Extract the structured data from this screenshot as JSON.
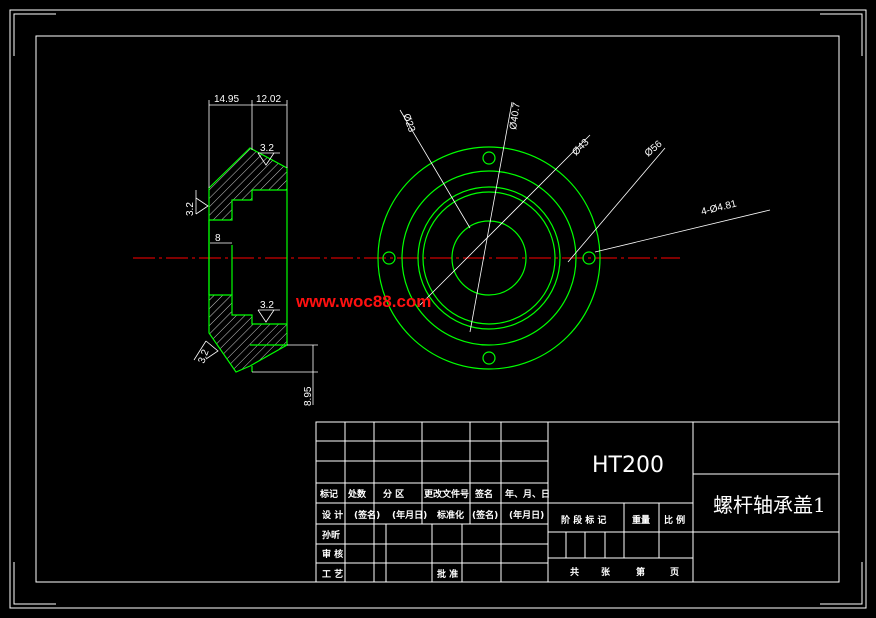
{
  "colors": {
    "background": "#000000",
    "outline": "#00ff00",
    "dimension": "#ffffff",
    "centerline": "#ff0000",
    "frame": "#ffffff",
    "watermark": "#ff1010"
  },
  "section_view": {
    "dim_top_left": "14.95",
    "dim_top_right": "12.02",
    "dim_bore": "8",
    "dim_bottom": "8.95",
    "roughness_top": "3.2",
    "roughness_mid": "3.2",
    "roughness_left_upper": "3.2",
    "roughness_left_lower": "3.2"
  },
  "front_view": {
    "dia_1": "Ø23",
    "dia_2": "Ø40.7",
    "dia_3": "Ø43",
    "dia_4": "Ø56",
    "holes": "4-Ø4.81"
  },
  "watermark": "www.woc88.com",
  "title_block": {
    "material": "HT200",
    "part_name": "螺杆轴承盖1",
    "header_row": [
      "标记",
      "处数",
      "分 区",
      "更改文件号",
      "签名",
      "年、月、日"
    ],
    "design_row": [
      "设 计",
      "(签名)",
      "(年月日)",
      "标准化",
      "(签名)",
      "(年月日)"
    ],
    "review_label": "孙昕",
    "check_label": "审 核",
    "process_label": "工 艺",
    "approve_label": "批 准",
    "stage_labels": [
      "阶 段 标 记",
      "重量",
      "比 例"
    ],
    "sheet_labels": [
      "共",
      "张",
      "第",
      "页"
    ]
  }
}
